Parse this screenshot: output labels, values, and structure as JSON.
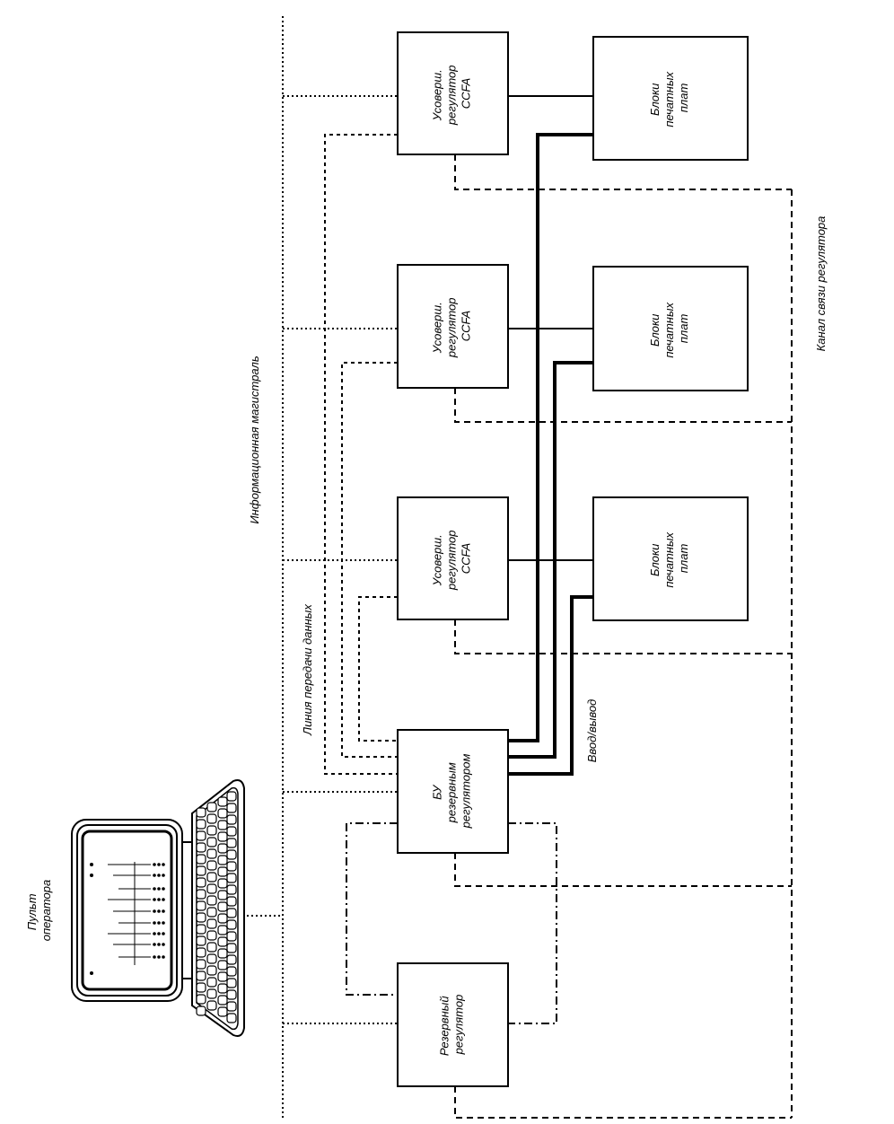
{
  "labels": {
    "operator_console": [
      "Пульт",
      "оператора"
    ],
    "info_bus": "Информационная магистраль",
    "data_line": "Линия передачи данных",
    "io": "Ввод/вывод",
    "regulator_channel": "Канал связи регулятора"
  },
  "reserve_regulator": [
    "Резервный",
    "регулятор"
  ],
  "control_unit": [
    "БУ",
    "резервным",
    "регулятором"
  ],
  "regulators": [
    [
      "Усоверш.",
      "регулятор",
      "CCFA"
    ],
    [
      "Усоверш.",
      "регулятор",
      "CCFA"
    ],
    [
      "Усоверш.",
      "регулятор",
      "CCFA"
    ]
  ],
  "pcb_blocks": [
    [
      "Блоки",
      "печатных",
      "плат"
    ],
    [
      "Блоки",
      "печатных",
      "плат"
    ],
    [
      "Блоки",
      "печатных",
      "плат"
    ]
  ]
}
